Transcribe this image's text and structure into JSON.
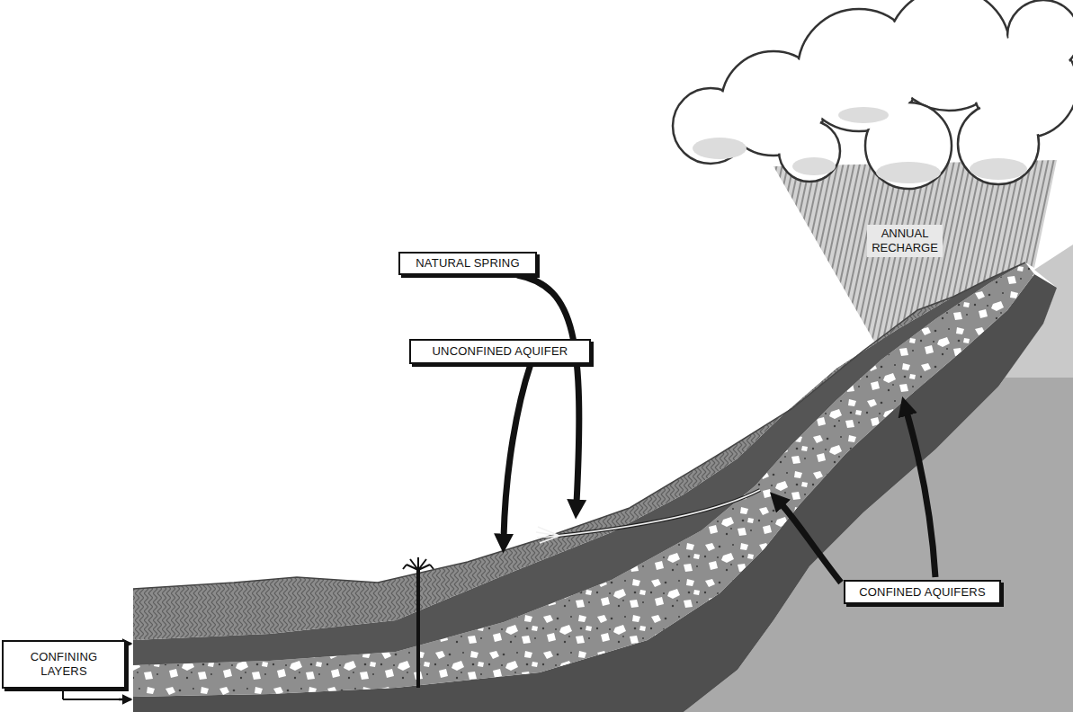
{
  "diagram": {
    "nodes": [
      {
        "text": [
          "NATURAL SPRING"
        ]
      },
      {
        "text": [
          "UNCONFINED AQUIFER"
        ]
      },
      {
        "text": [
          "CONFINED AQUIFERS"
        ]
      },
      {
        "text": [
          "CONFINING LAYERS"
        ]
      }
    ],
    "labels": [
      "ANNUAL RECHARGE"
    ]
  }
}
